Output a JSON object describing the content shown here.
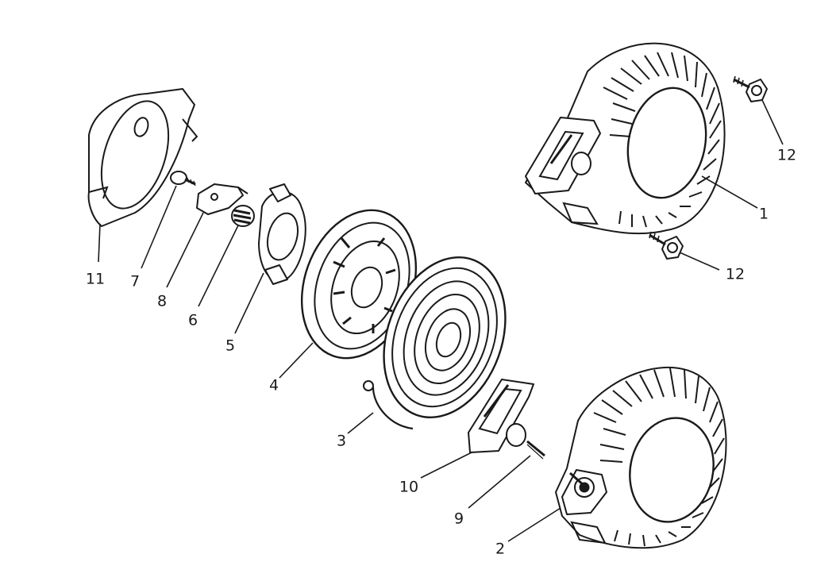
{
  "colors": {
    "highlight": "#f5c518",
    "line": "#1a1a1a",
    "background": "#ffffff"
  },
  "callouts": [
    {
      "id": "c1",
      "text": "1"
    },
    {
      "id": "c2",
      "text": "2"
    },
    {
      "id": "c3",
      "text": "3"
    },
    {
      "id": "c4",
      "text": "4"
    },
    {
      "id": "c5",
      "text": "5"
    },
    {
      "id": "c6",
      "text": "6"
    },
    {
      "id": "c7",
      "text": "7"
    },
    {
      "id": "c8",
      "text": "8"
    },
    {
      "id": "c9",
      "text": "9"
    },
    {
      "id": "c10",
      "text": "10"
    },
    {
      "id": "c11",
      "text": "11"
    },
    {
      "id": "c12a",
      "text": "12"
    },
    {
      "id": "c12b",
      "text": "12"
    }
  ]
}
